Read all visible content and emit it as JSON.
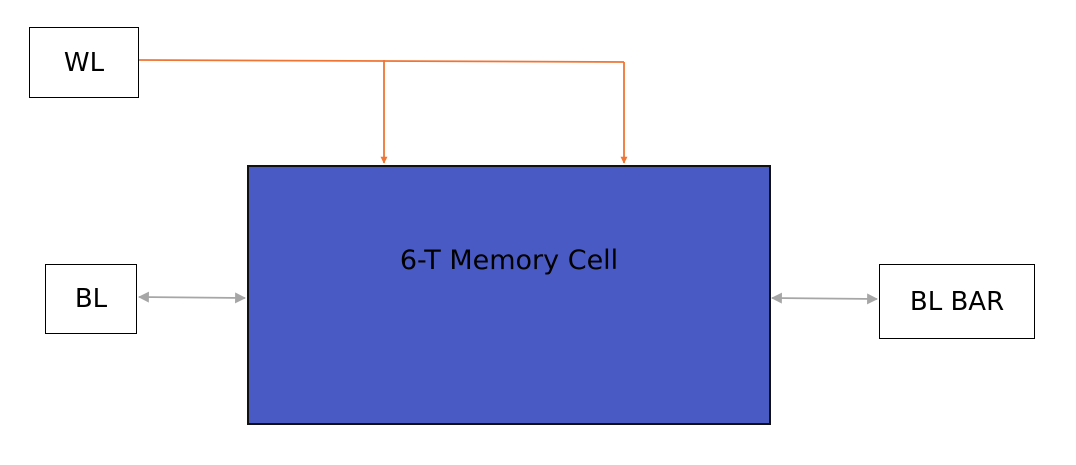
{
  "labels": {
    "wl": "WL",
    "bl": "BL",
    "bl_bar": "BL BAR",
    "cell": "6-T Memory Cell"
  },
  "colors": {
    "cell_fill": "#4a5ac4",
    "word_line": "#f07534",
    "bit_line": "#a6a6a6"
  }
}
